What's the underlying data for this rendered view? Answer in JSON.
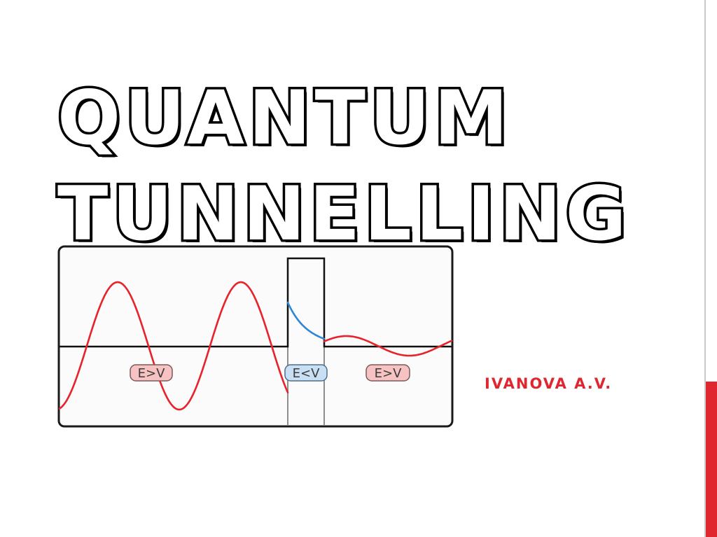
{
  "slide": {
    "title_line1": "QUANTUM",
    "title_line2": "TUNNELLING",
    "author": "IVANOVA A.V."
  },
  "colors": {
    "accent": "#e0262f",
    "wave_free": "#e8222a",
    "wave_barrier": "#2f86d6",
    "label_free_fill": "#f6c2c2",
    "label_barrier_fill": "#c9e0f4"
  },
  "diagram": {
    "labels": {
      "left_region": "E>V",
      "barrier_region": "E<V",
      "right_region": "E>V"
    }
  }
}
